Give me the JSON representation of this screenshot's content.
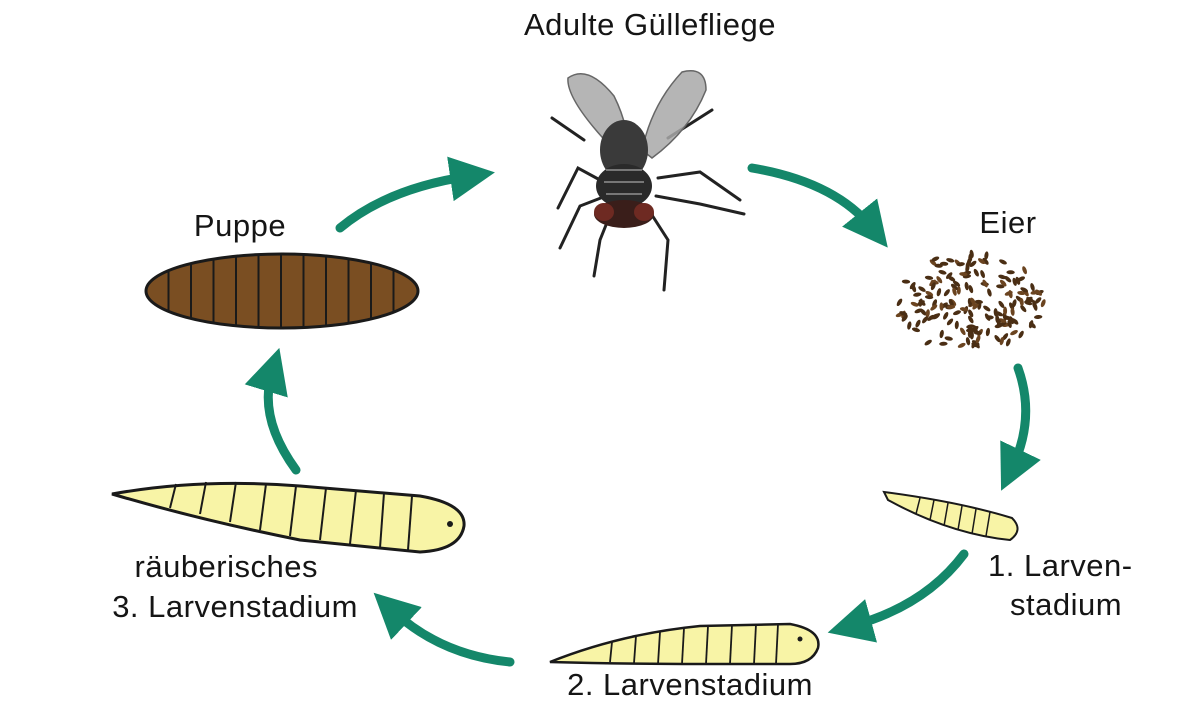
{
  "diagram": {
    "labels": {
      "adult": "Adulte Güllefliege",
      "eggs": "Eier",
      "pupa": "Puppe",
      "larva1_line1": "1. Larven-",
      "larva1_line2": "stadium",
      "larva2": "2. Larvenstadium",
      "larva3_line1": "räuberisches",
      "larva3_line2": "3. Larvenstadium"
    },
    "colors": {
      "arrow": "#14876a",
      "larva_fill": "#f8f4a6",
      "larva_stroke": "#1a1a1a",
      "pupa_fill": "#7a4e22",
      "egg_fill": "#4a2e14",
      "fly_body": "#2b2b2b",
      "fly_wing": "#9a9a9a"
    }
  }
}
